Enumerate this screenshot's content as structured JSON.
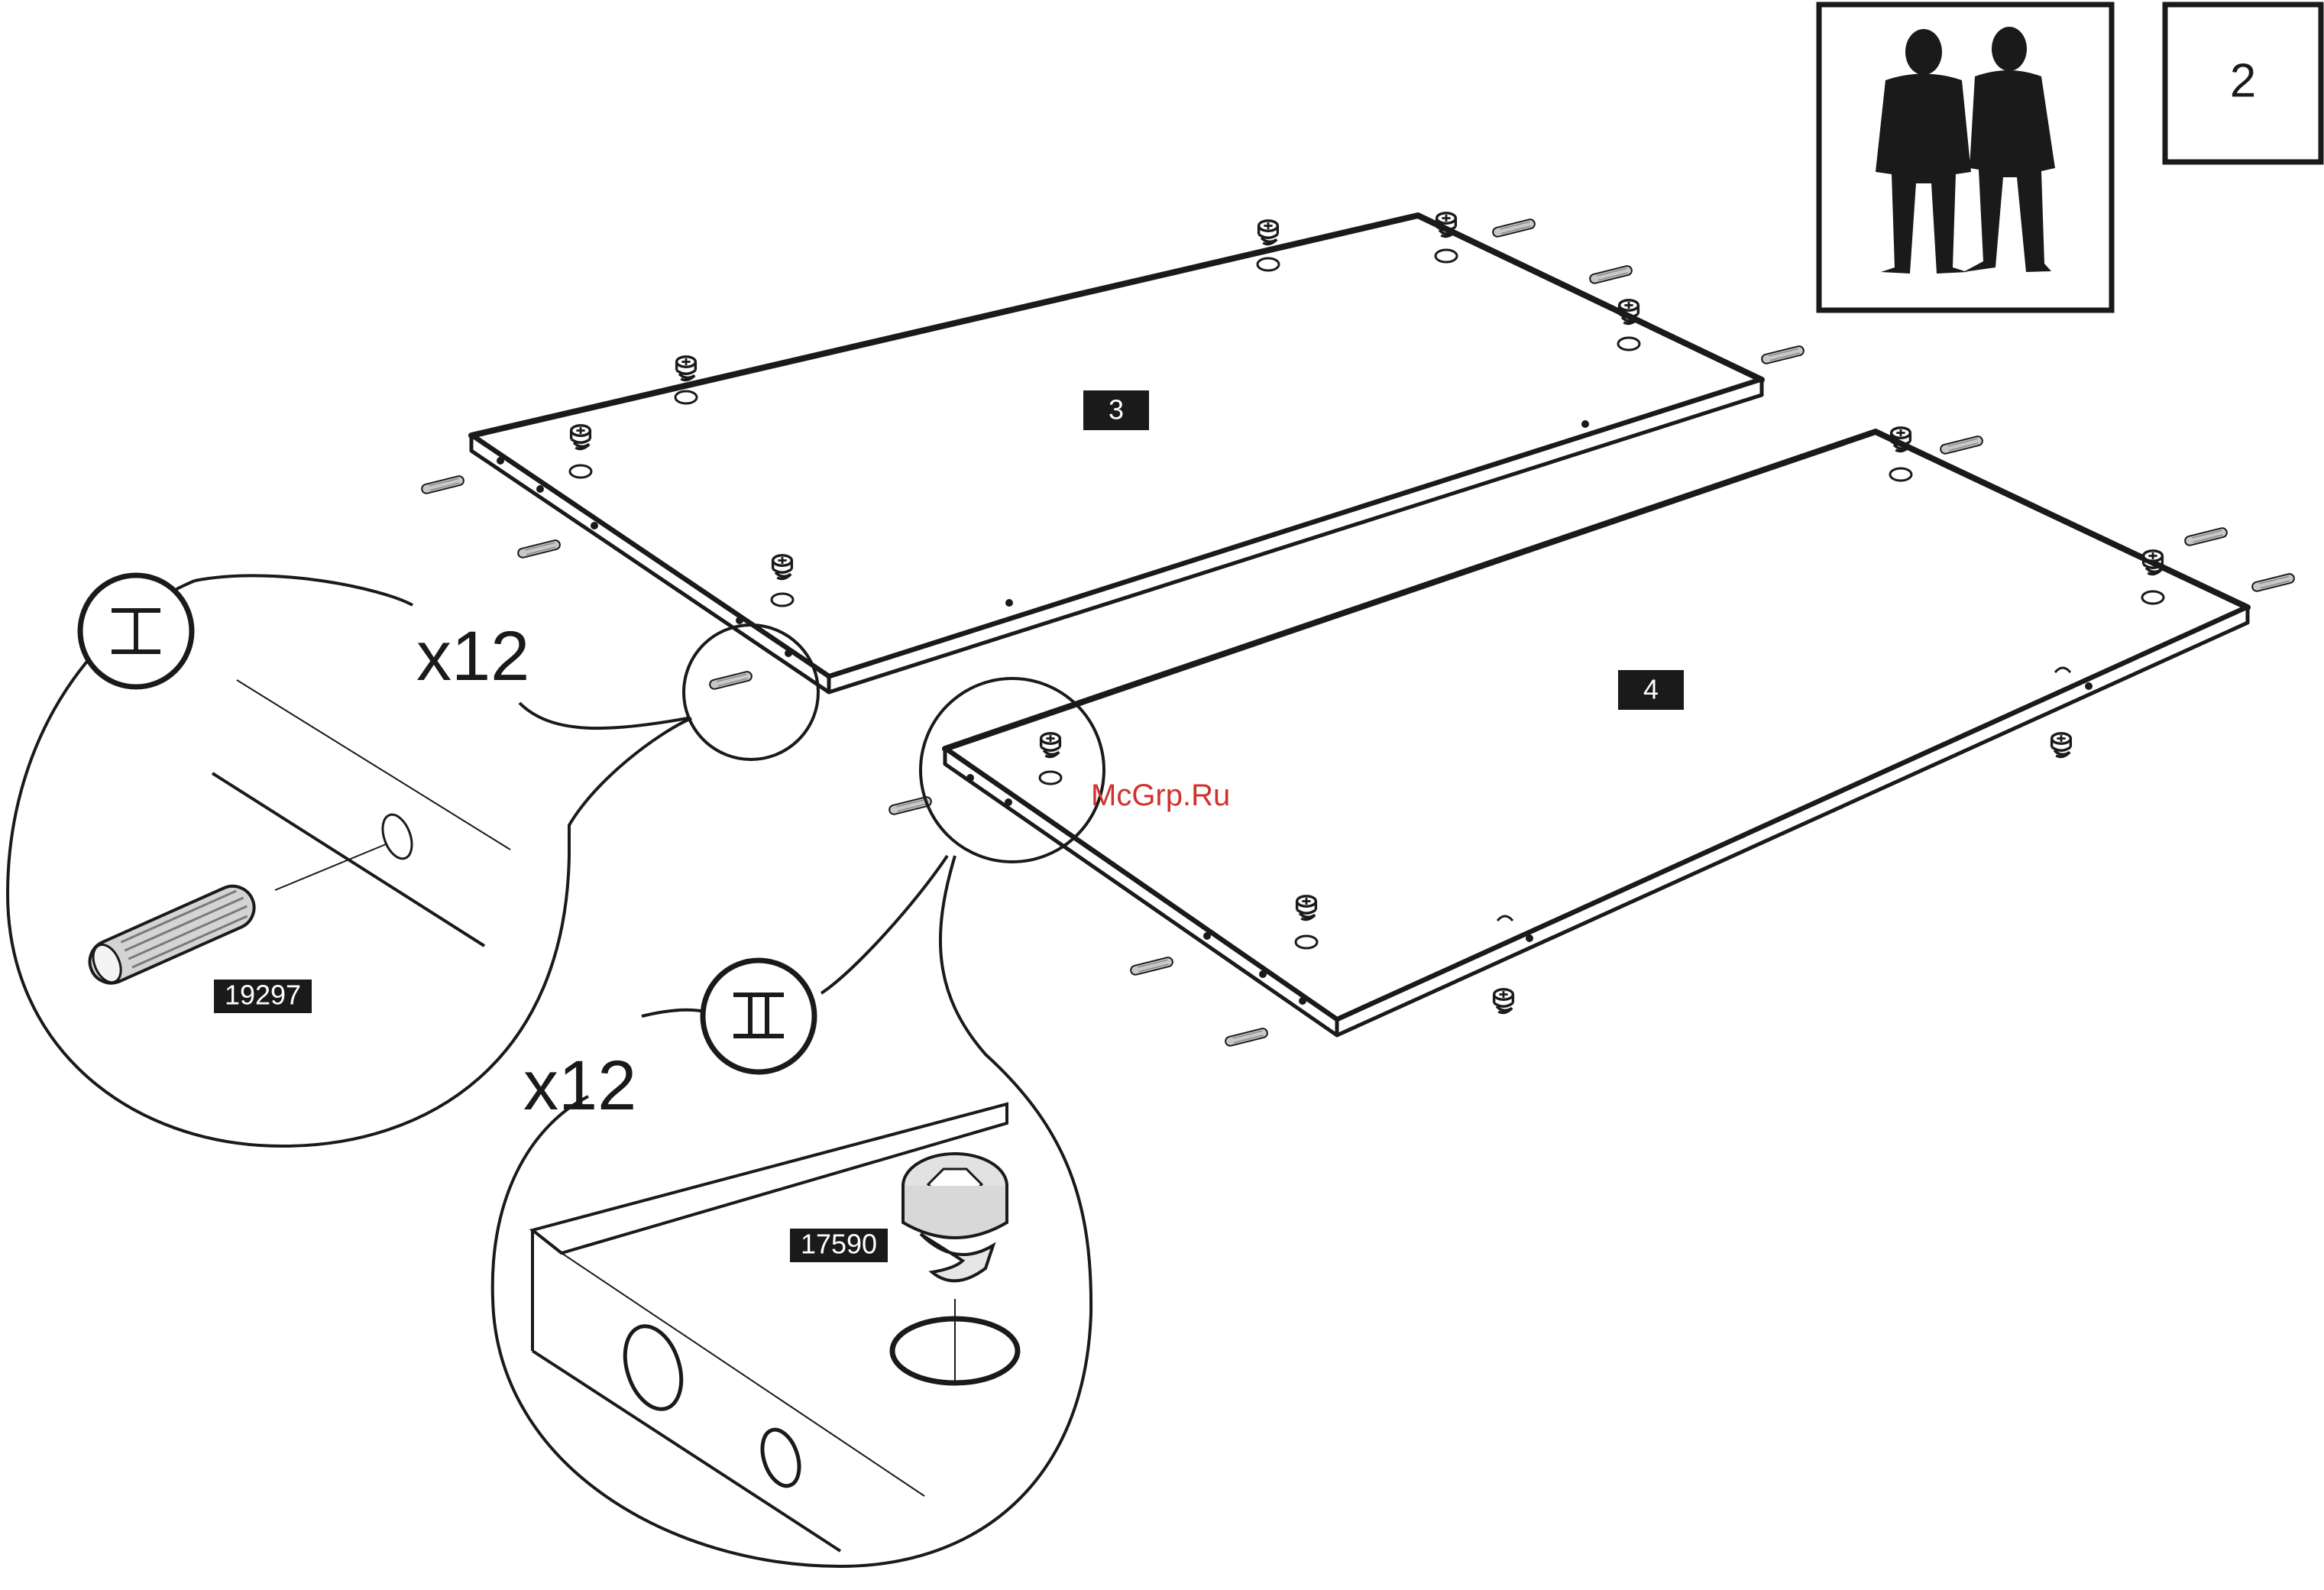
{
  "step": {
    "number": "2"
  },
  "panels": [
    {
      "label": "3"
    },
    {
      "label": "4"
    }
  ],
  "details": [
    {
      "marker": "I",
      "quantity": "x12",
      "part_number": "19297"
    },
    {
      "marker": "II",
      "quantity": "x12",
      "part_number": "17590"
    }
  ],
  "watermark": "McGrp.Ru",
  "colors": {
    "ink": "#1a1a1a",
    "label_bg": "#1a1a1a",
    "label_fg": "#ffffff",
    "watermark": "#d0312d"
  },
  "icons": {
    "people": "two-person-silhouette-icon"
  }
}
